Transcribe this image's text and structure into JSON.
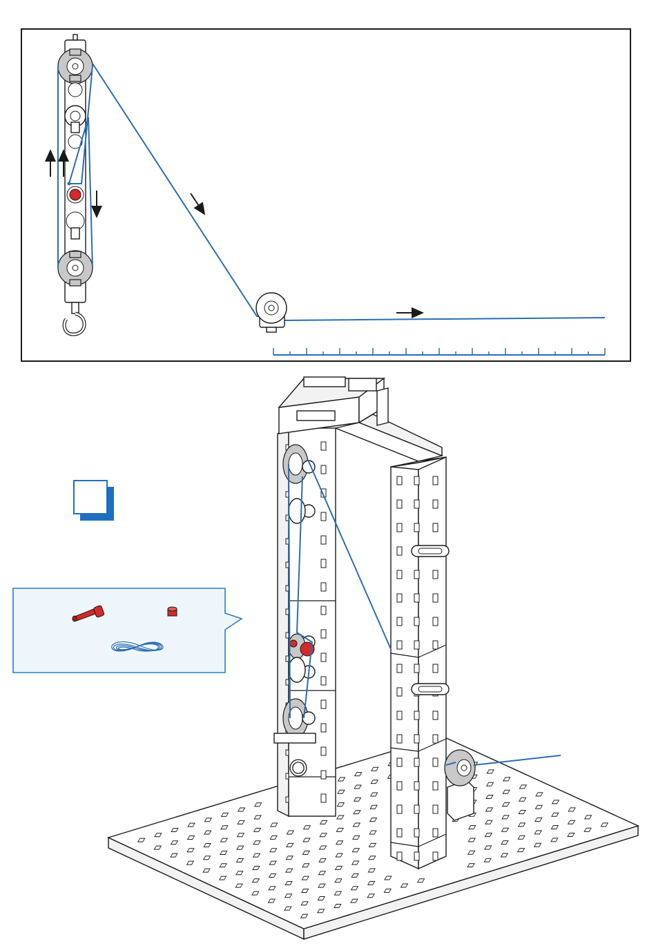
{
  "colors": {
    "rope": "#2a6db3",
    "accent_red": "#d42a2a",
    "callout_fill": "#eef6fc",
    "callout_stroke": "#2a7fc1",
    "step_badge": "#1e6fc0",
    "outline": "#1a1a1a"
  },
  "icons": {
    "schematic_pulleys": "pulley-block-icon",
    "hook": "hook-icon",
    "deflection_pulley": "deflection-pulley-icon",
    "ruler": "measuring-scale-icon",
    "step_badge": "step-number-badge-icon",
    "parts_callout": "parts-callout-icon",
    "red_pin": "red-axle-pin-icon",
    "red_ring": "red-clamp-ring-icon",
    "rope_coil": "rope-coil-icon",
    "model": "pulley-tower-model-icon"
  },
  "diagram": {
    "arrows": [
      "up",
      "up",
      "down",
      "down-right",
      "right"
    ],
    "scale_ticks": 20,
    "parts_list": [
      "red-axle-pin",
      "red-clamp-ring",
      "rope-coil"
    ]
  }
}
